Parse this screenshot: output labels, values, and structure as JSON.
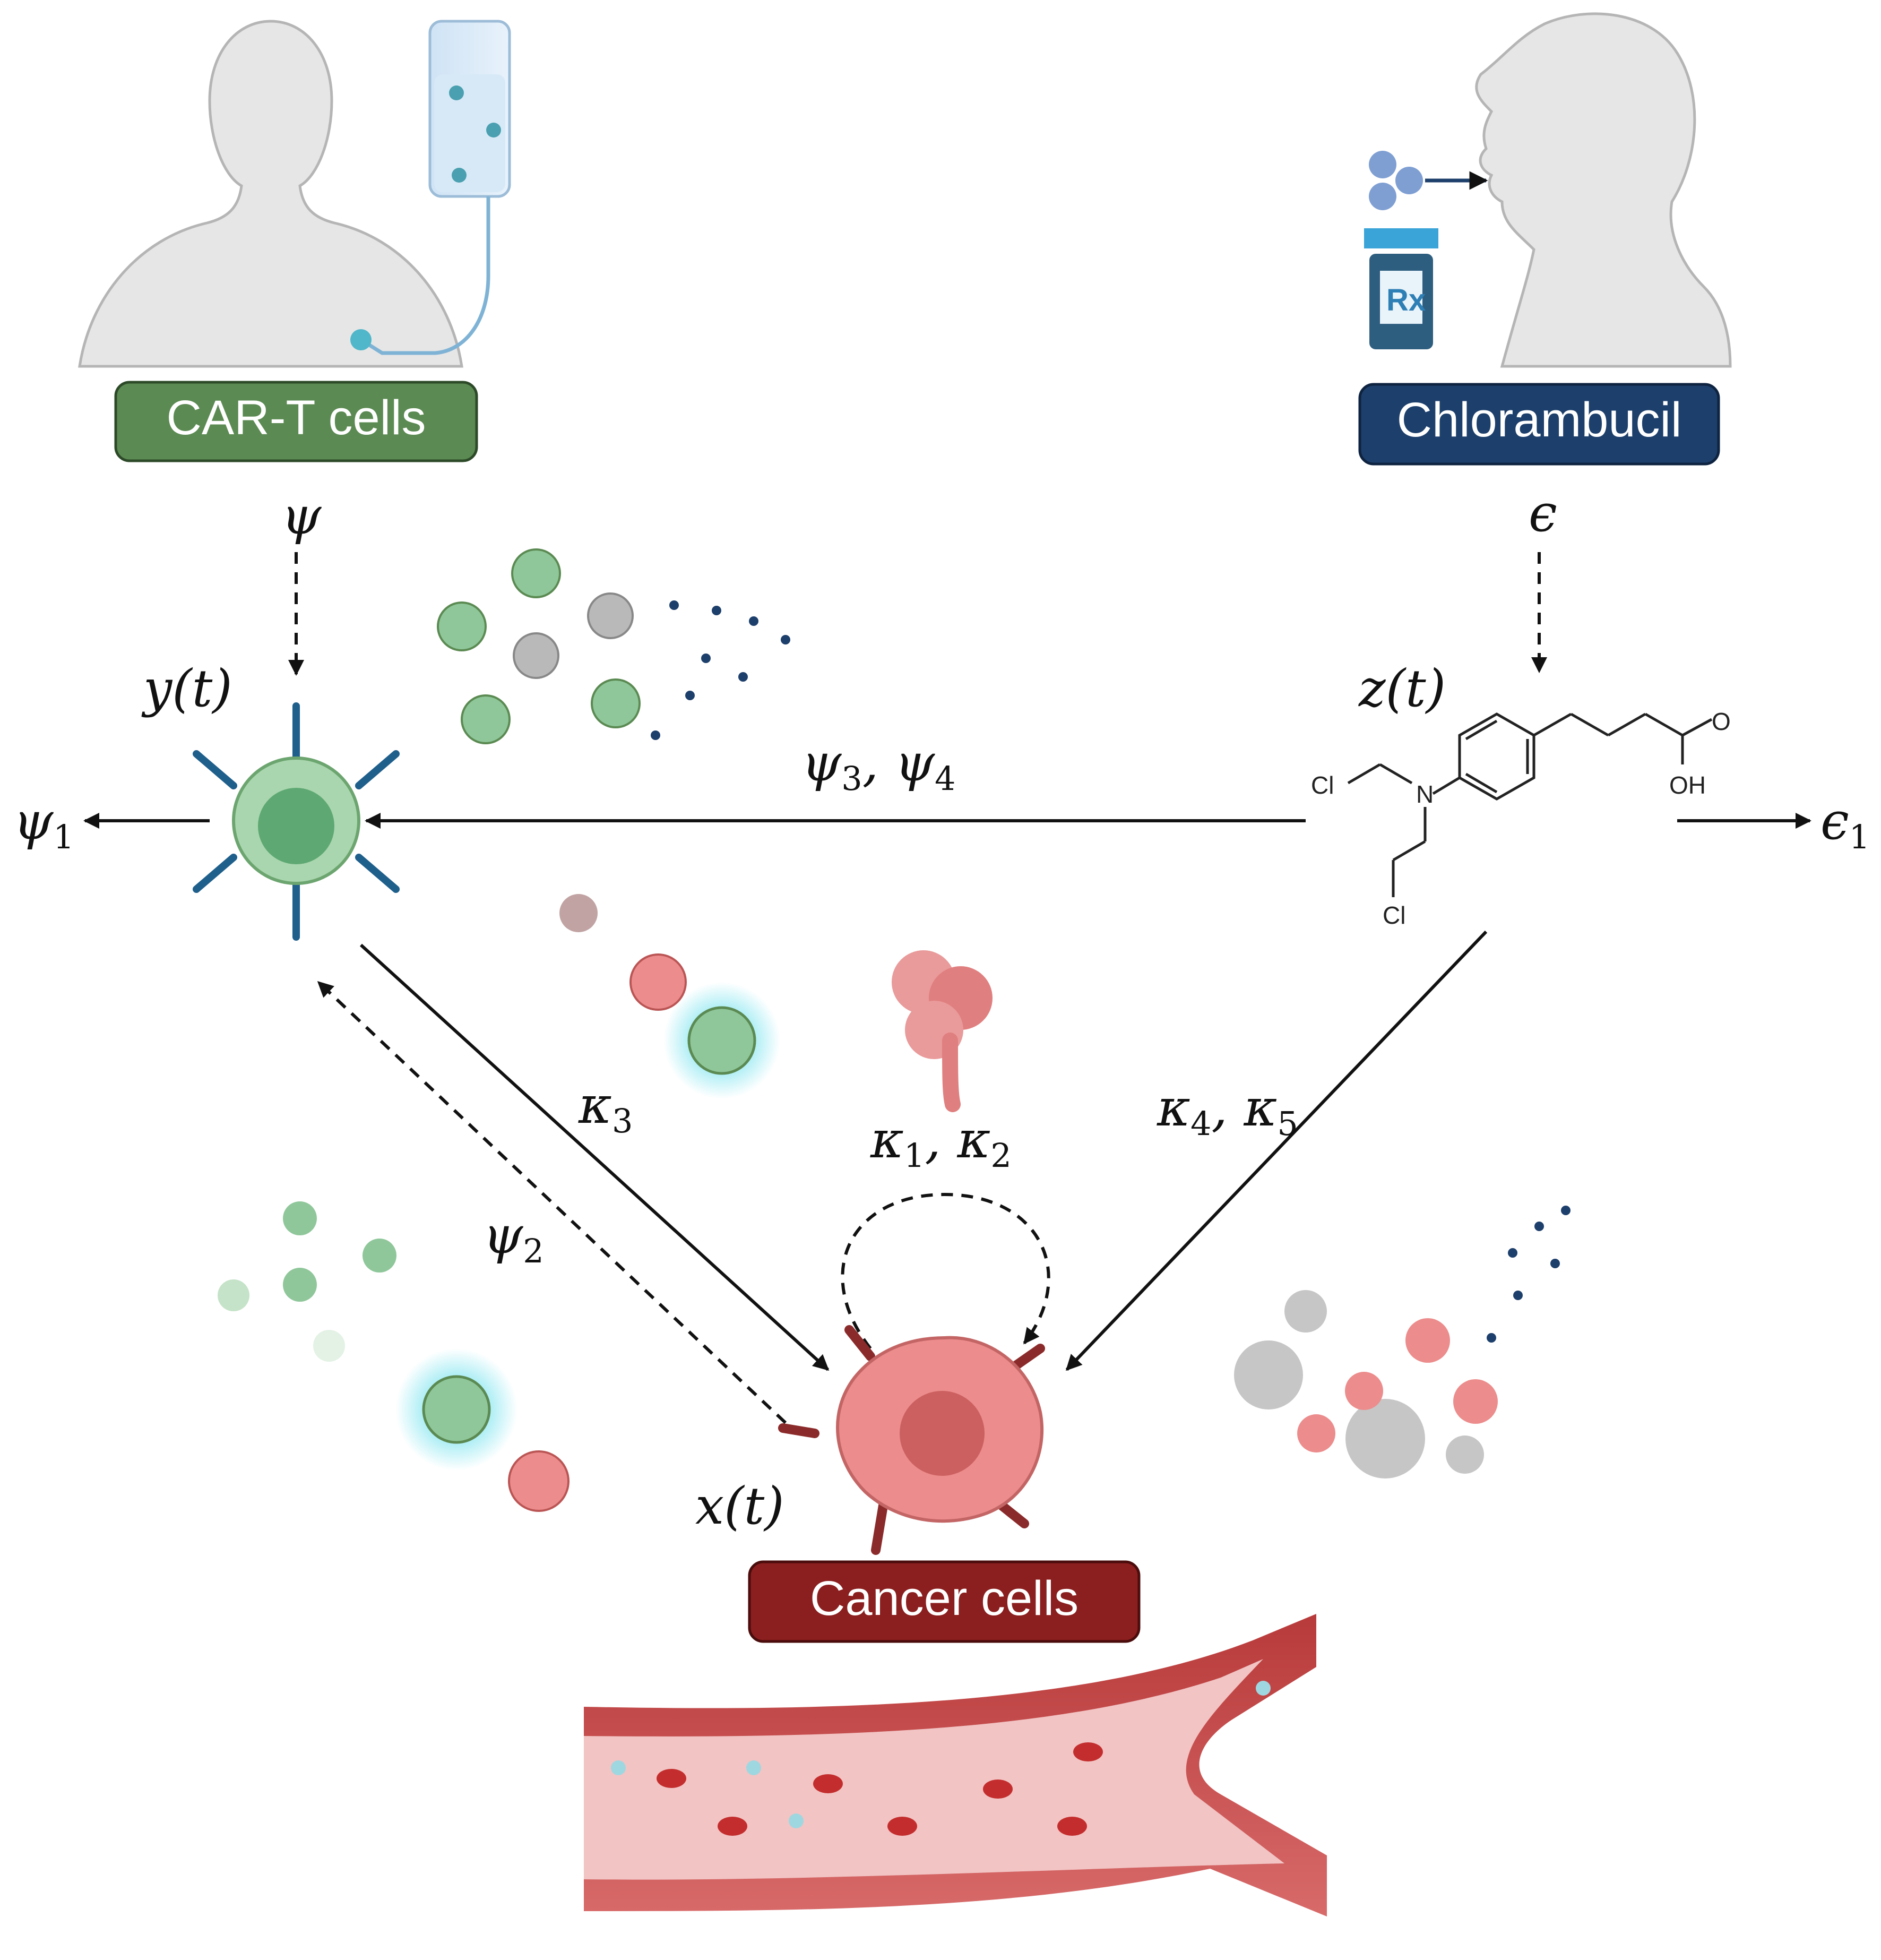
{
  "nodes": {
    "cart_label": "CAR-T cells",
    "chlorambucil_label": "Chlorambucil",
    "cancer_label": "Cancer cells"
  },
  "variables": {
    "y_var": "y(t)",
    "z_var": "z(t)",
    "x_var": "x(t)"
  },
  "parameters": {
    "psi": "ψ",
    "epsilon": "ϵ",
    "psi1_base": "ψ",
    "psi1_sub": "1",
    "epsilon1_base": "ϵ",
    "epsilon1_sub": "1",
    "psi34_a": "ψ",
    "psi34_a_sub": "3",
    "psi34_sep": ", ",
    "psi34_b": "ψ",
    "psi34_b_sub": "4",
    "psi2_base": "ψ",
    "psi2_sub": "2",
    "kappa3_base": "κ",
    "kappa3_sub": "3",
    "kappa12_a": "κ",
    "kappa12_a_sub": "1",
    "kappa12_sep": ", ",
    "kappa12_b": "κ",
    "kappa12_b_sub": "2",
    "kappa45_a": "κ",
    "kappa45_a_sub": "4",
    "kappa45_sep": ", ",
    "kappa45_b": "κ",
    "kappa45_b_sub": "5"
  },
  "chemistry": {
    "cl_top": "Cl",
    "n_atom": "N",
    "cl_bottom": "Cl",
    "o_atom": "O",
    "oh_group": "OH"
  },
  "rx_label": "Rx",
  "colors": {
    "cart_pill": "#5b8a52",
    "chlorambucil_pill": "#1d3f6b",
    "cancer_pill": "#8b1e1e",
    "tcell_green": "#8fc79a",
    "receptor_blue": "#1f5f8b",
    "cancer_pink": "#ec8c8c",
    "vessel_red": "#c94a4a",
    "arrow": "#111111"
  }
}
